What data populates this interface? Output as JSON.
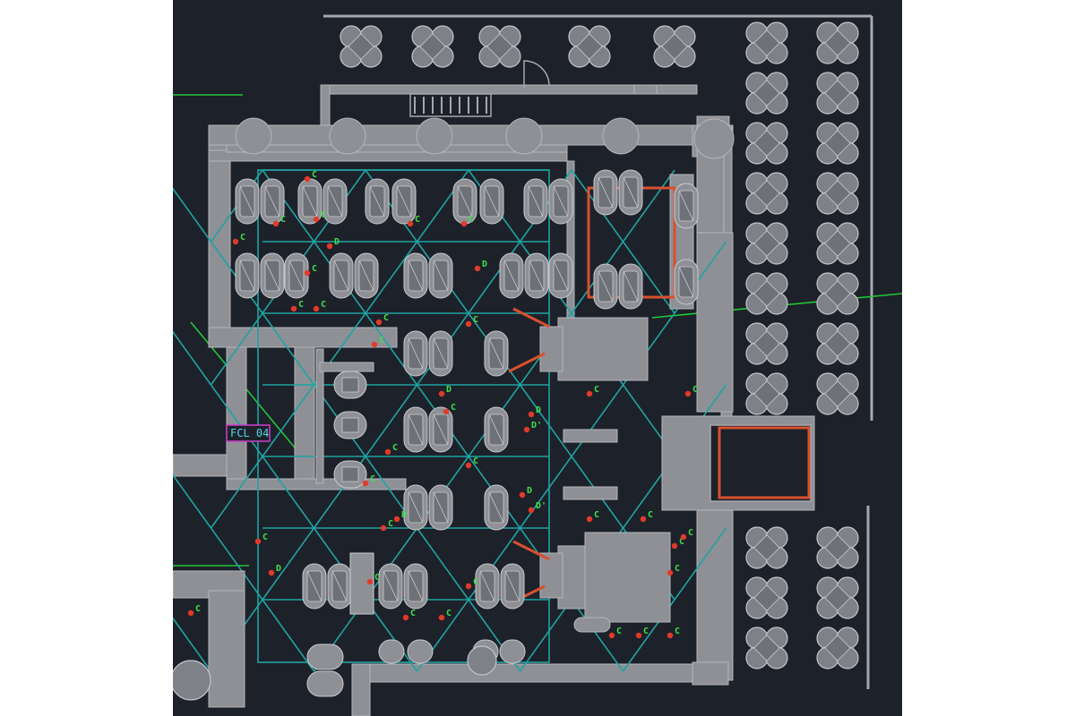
{
  "drawing": {
    "background": "#1d2129",
    "grid_color": "#1fa3a3",
    "wall_color": "#8e9096",
    "annotation_color": "#3ee04a",
    "marker_color": "#e03b2a",
    "tag_border_color": "#c23fc2",
    "room_tag": {
      "text": "FCL 04",
      "color": "#4fd6e6"
    },
    "markers": [
      "C",
      "D",
      "D'"
    ]
  }
}
